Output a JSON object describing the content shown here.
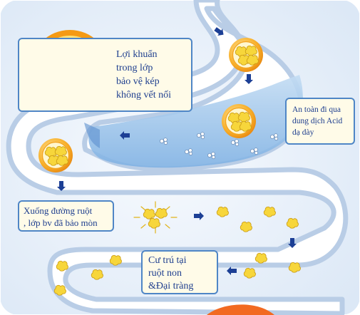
{
  "callouts": {
    "top_left": {
      "lines": [
        "Lợi khuẩn",
        "trong lớp",
        "bảo vệ kép",
        "không vết nối"
      ]
    },
    "stomach_right": {
      "lines": [
        "An toàn đi qua",
        "dung dịch Acid",
        "dạ dày"
      ]
    },
    "intestine_left": {
      "lines": [
        "Xuống đường ruột",
        ", lớp bv đã bảo mòn"
      ]
    },
    "bottom_center": {
      "lines": [
        "Cư trú tại",
        "ruột non",
        "&Đại tràng"
      ]
    }
  },
  "icons": [
    "capsule-icon",
    "bacteria-cluster-icon",
    "flow-arrow-icon",
    "acid-bubble-icon"
  ],
  "colors": {
    "tract_outline": "#b9cde6",
    "tract_fill": "#ffffff",
    "acid_liquid": "#9fc6ec",
    "capsule_outer": "#f6a21d",
    "capsule_inner": "#fff6c6",
    "bacteria": "#f7d63b",
    "arrow": "#1c3f95",
    "callout_border": "#4f86c6",
    "callout_text": "#1f3f8f",
    "background": "#e9f1fa"
  }
}
